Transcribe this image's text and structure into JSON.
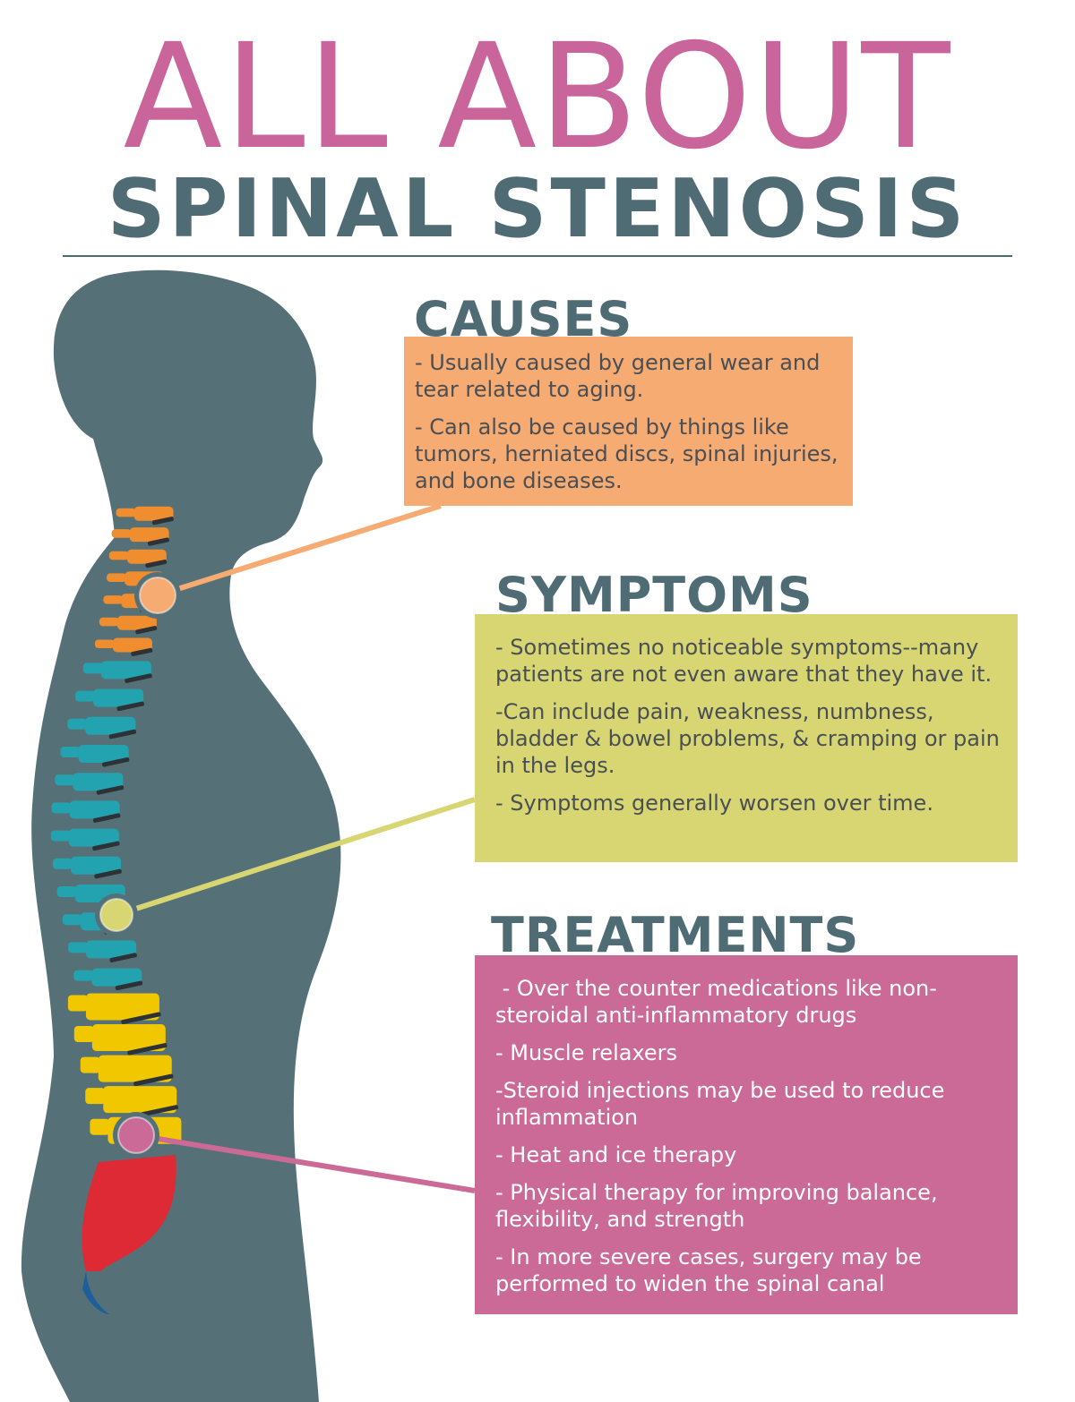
{
  "title": {
    "line1": "ALL ABOUT",
    "line2": "SPINAL STENOSIS"
  },
  "sections": [
    {
      "heading": "CAUSES",
      "color": "#f5ab72",
      "items": [
        "- Usually caused by general wear and tear related to aging.",
        "- Can also be caused by things like tumors, herniated discs, spinal injuries, and bone diseases."
      ]
    },
    {
      "heading": "SYMPTOMS",
      "color": "#d8d673",
      "items": [
        "- Sometimes no noticeable symptoms--many patients are not even aware that they have it.",
        "-Can include pain, weakness, numbness, bladder & bowel problems, & cramping or pain in the legs.",
        "- Symptoms generally worsen over time."
      ]
    },
    {
      "heading": "TREATMENTS",
      "color": "#cc6a97",
      "items": [
        " - Over the counter medications like non-steroidal anti-inflammatory drugs",
        "- Muscle relaxers",
        "-Steroid injections may be used to reduce inflammation",
        "- Heat and ice therapy",
        "- Physical therapy for improving balance, flexibility, and strength",
        "- In more severe cases, surgery may be performed to widen the spinal canal"
      ]
    }
  ],
  "colors": {
    "title_pink": "#c9659a",
    "title_slate": "#4f6b74",
    "body_silhouette": "#557177",
    "cervical": "#f08d2e",
    "thoracic": "#23a3b0",
    "lumbar": "#f1c800",
    "sacrum": "#dd2a35",
    "coccyx": "#1f5f99",
    "disc": "#2c3236"
  }
}
